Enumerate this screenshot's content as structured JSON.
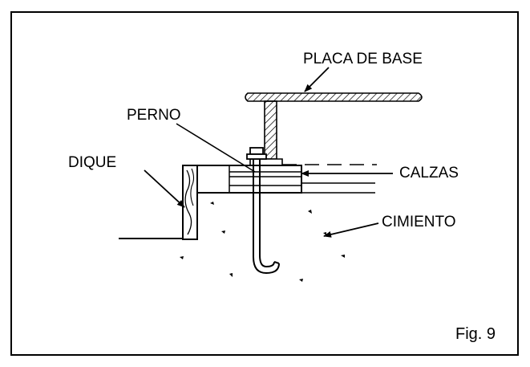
{
  "labels": {
    "placa_de_base": "PLACA DE BASE",
    "perno": "PERNO",
    "dique": "DIQUE",
    "calzas": "CALZAS",
    "cimiento": "CIMIENTO",
    "figure": "Fig. 9"
  },
  "colors": {
    "ink": "#000000",
    "paper": "#ffffff"
  }
}
